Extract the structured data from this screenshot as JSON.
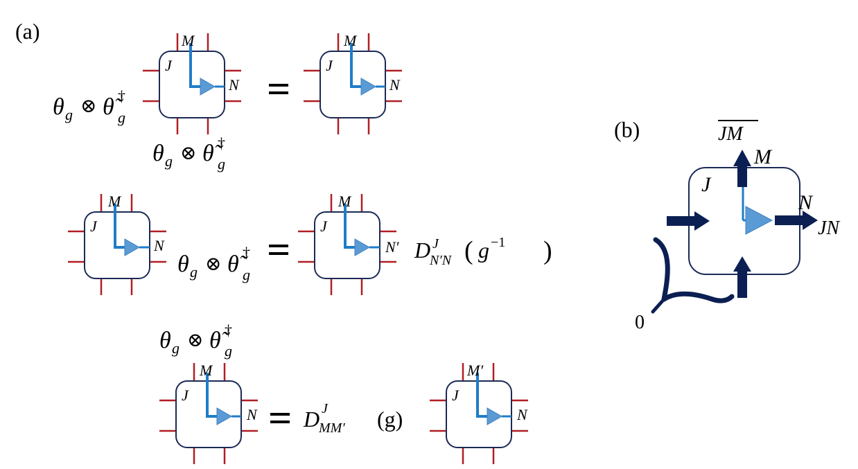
{
  "panels": {
    "a": {
      "label": "(a)",
      "op": {
        "theta": "θ",
        "sub": "g",
        "otimes": "⊗",
        "theta_tilde": "θ̃",
        "dagger": "†"
      },
      "row1": {
        "M": "M",
        "J": "J",
        "N": "N"
      },
      "row2": {
        "M": "M",
        "J": "J",
        "N": "N",
        "N_prime": "N′",
        "D": "D",
        "D_sup": "J",
        "D_sub": "N′N",
        "arg_g": "g",
        "arg_pow": "−1",
        "lparen": "(",
        "rparen": ")"
      },
      "row3": {
        "M": "M",
        "M_prime": "M′",
        "J": "J",
        "N": "N",
        "D": "D",
        "D_sup": "J",
        "D_sub": "MM′",
        "arg": "(g)"
      }
    },
    "b": {
      "label": "(b)",
      "J": "J",
      "M": "M",
      "N": "N",
      "JM_bar": "JM",
      "JN": "JN",
      "zero": "0"
    }
  }
}
